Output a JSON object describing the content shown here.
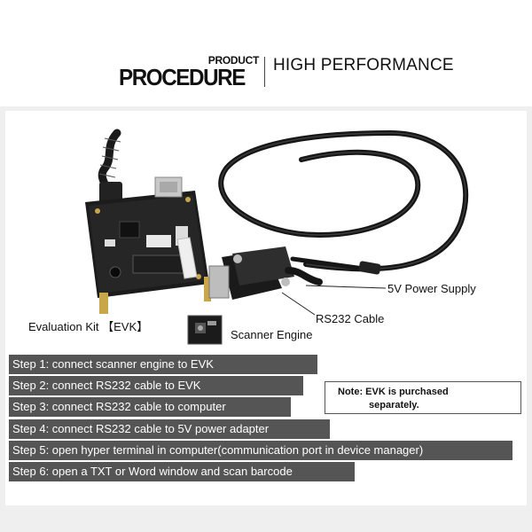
{
  "header": {
    "small_title": "PRODUCT",
    "big_title": "PROCEDURE",
    "subtitle": "HIGH PERFORMANCE"
  },
  "labels": {
    "power": "5V Power Supply",
    "rs232": "RS232 Cable",
    "evk": "Evaluation Kit 【EVK】",
    "engine": "Scanner Engine"
  },
  "steps": [
    "Step 1: connect scanner engine to EVK",
    "Step 2: connect RS232 cable to EVK",
    "Step 3: connect RS232 cable to computer",
    "Step 4: connect RS232 cable to 5V power adapter",
    "Step 5: open hyper terminal in computer(communication port in device manager)",
    "Step 6: open a TXT or Word window and scan barcode"
  ],
  "note": {
    "line1": "Note: EVK is purchased",
    "line2": "separately."
  }
}
